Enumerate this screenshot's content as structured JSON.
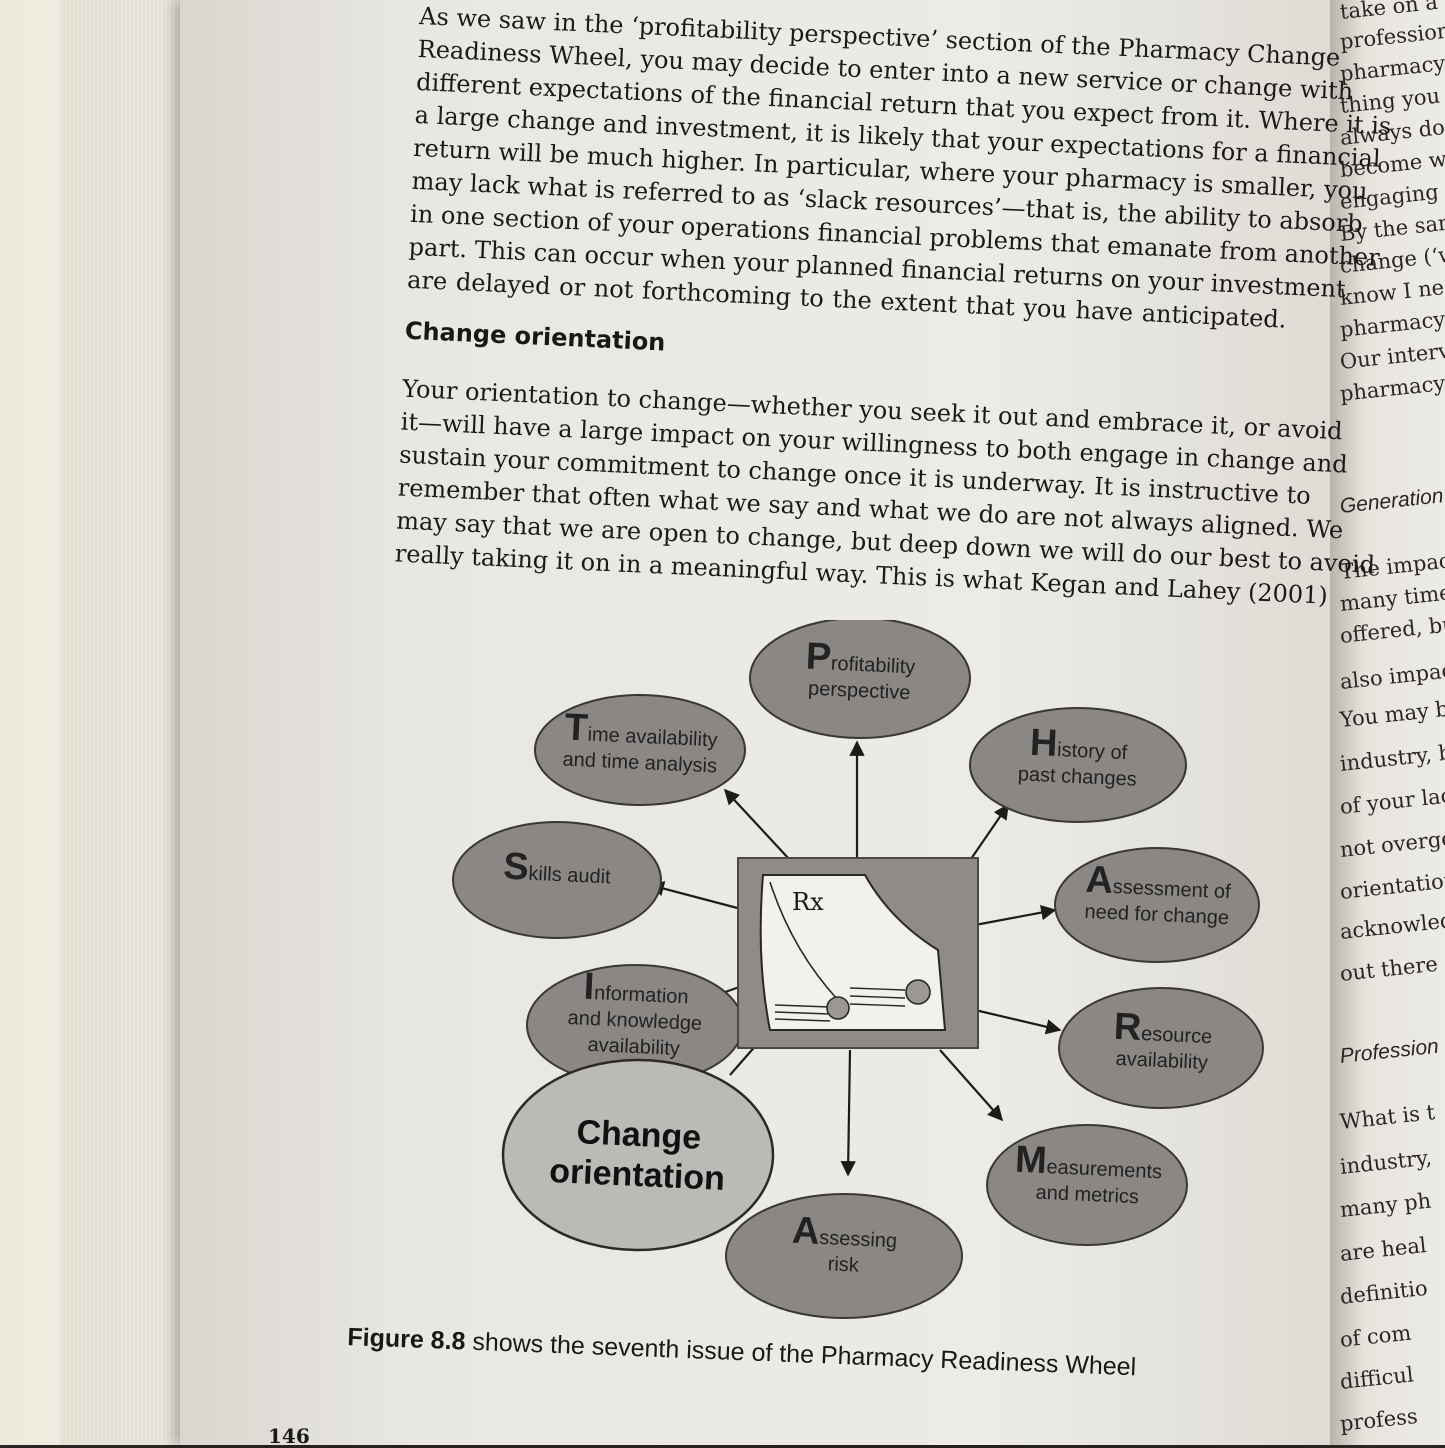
{
  "paragraph1": [
    "As we saw in the ‘profitability perspective’ section of the Pharmacy Change",
    "Readiness Wheel, you may decide to enter into a new service or change with",
    "different expectations of the financial return that you expect from it. Where it is",
    "a large change and investment, it is likely that your expectations for a financial",
    "return will be much higher. In particular, where your pharmacy is smaller, you",
    "may lack what is referred to as ‘slack resources’—that is, the ability to absorb",
    "in one section of your operations financial problems that emanate from another",
    "part. This can occur when your planned financial returns on your investment",
    "are delayed or not forthcoming to the extent that you have anticipated."
  ],
  "section_heading": "Change orientation",
  "paragraph2": [
    "Your orientation to change—whether you seek it out and embrace it, or avoid",
    "it—will have a large impact on your willingness to both engage in change and",
    "sustain your commitment to change once it is underway. It is instructive to",
    "remember that often what we say and what we do are not always aligned. We",
    "may say that we are open to change, but deep down we will do our best to avoid",
    "really taking it on in a meaningful way. This is what Kegan and Lahey (2001)"
  ],
  "diagram": {
    "center_icon": "rx-prescription-icon",
    "center_icon_text": "Rx",
    "nodes": [
      {
        "letter": "P",
        "rest_first": "rofitability",
        "line2": "perspective"
      },
      {
        "letter": "H",
        "rest_first": "istory of",
        "line2": "past changes"
      },
      {
        "letter": "A",
        "rest_first": "ssessment of",
        "line2": "need for change"
      },
      {
        "letter": "R",
        "rest_first": "esource",
        "line2": "availability"
      },
      {
        "letter": "M",
        "rest_first": "easurements",
        "line2": "and metrics"
      },
      {
        "letter": "A",
        "rest_first": "ssessing",
        "line2": "risk"
      },
      {
        "line1": "Change",
        "line2": "orientation"
      },
      {
        "letter": "I",
        "rest_first": "nformation",
        "line2": "and knowledge",
        "line3": "availability"
      },
      {
        "letter": "S",
        "rest_first": "kills audit",
        "line2": ""
      },
      {
        "letter": "T",
        "rest_first": "ime availability",
        "line2": "and time analysis"
      }
    ],
    "colors": {
      "bubble": "#8a8784",
      "bubble_dark": "#6d6a67",
      "highlight": "#bcbab6",
      "arrow": "#1e1c1a"
    }
  },
  "caption": {
    "figure": "Figure 8.8",
    "text": " shows the seventh issue of the Pharmacy Readiness Wheel"
  },
  "page_number": "146",
  "right_page_fragments": [
    "take on a",
    "professional",
    "pharmacy indus",
    "thing you shoul",
    "always done an",
    "become worse.",
    "engaging in un",
    "By the sam",
    "change (‘what",
    "know I need t",
    "pharmacy ind",
    "Our interv",
    "pharmacy ch",
    "Generation",
    "The impact",
    "many times",
    "offered, but",
    "also impacts",
    "You may b",
    "industry, bu",
    "of your lacl",
    "not overgen",
    "orientation",
    "acknowled",
    "out there",
    "Profession",
    "What is t",
    "industry,",
    "many ph",
    "are heal",
    "definitio",
    "of com",
    "difficul",
    "profess"
  ]
}
